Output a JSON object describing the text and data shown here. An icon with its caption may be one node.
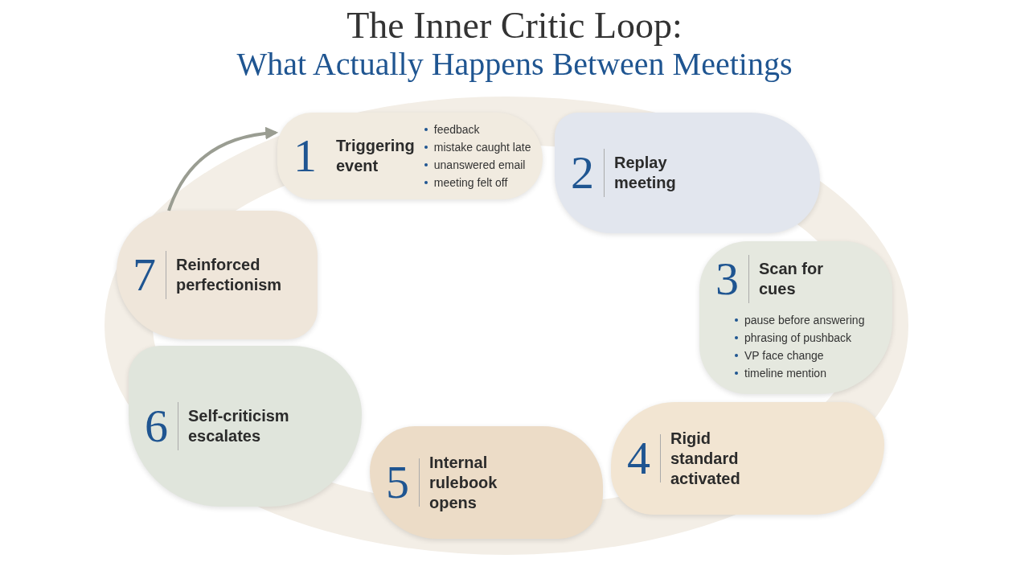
{
  "diagram": {
    "title": "The Inner Critic Loop: What Actually Happens Between Meetings",
    "nodes": [
      {
        "text": [
          "1",
          "Triggering event",
          "feedback",
          "mistake caught late",
          "unanswered email",
          "meeting felt off"
        ]
      },
      {
        "text": [
          "2",
          "Replay meeting"
        ]
      },
      {
        "text": [
          "3",
          "Scan for cues",
          "pause before answering",
          "phrasing of pushback",
          "VP face change",
          "timeline mention"
        ]
      },
      {
        "text": [
          "4",
          "Rigid standard activated"
        ]
      },
      {
        "text": [
          "5",
          "Internal rulebook opens"
        ]
      },
      {
        "text": [
          "6",
          "Self-criticism escalates"
        ]
      },
      {
        "text": [
          "7",
          "Reinforced perfectionism"
        ]
      }
    ],
    "edges": [
      {
        "from": 6,
        "to": 0,
        "arrow": "to"
      }
    ]
  }
}
